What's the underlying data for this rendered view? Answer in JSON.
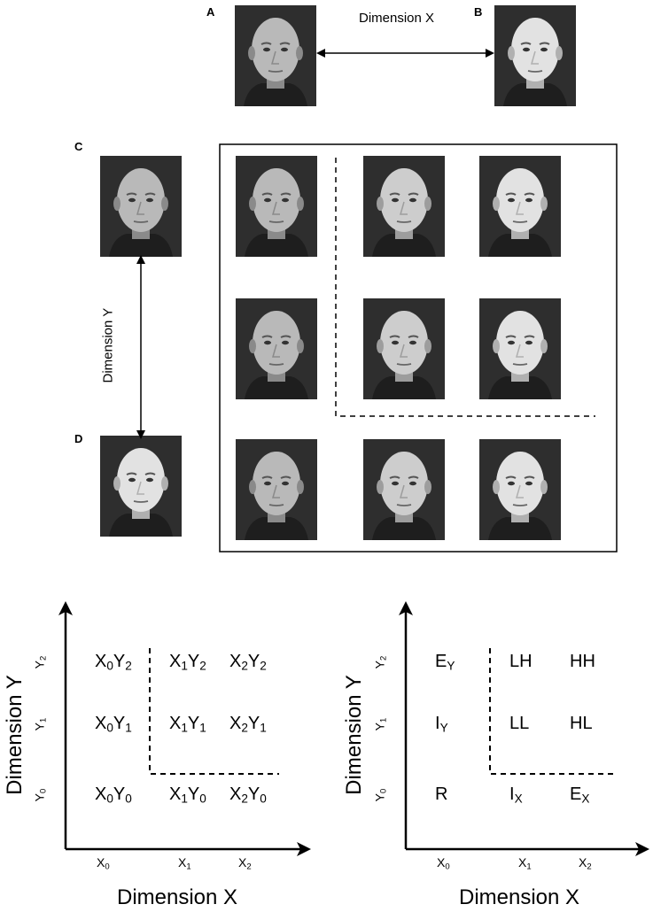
{
  "panel_labels": {
    "a": "A",
    "b": "B",
    "c": "C",
    "d": "D"
  },
  "top_arrow_label": "Dimension X",
  "left_arrow_label": "Dimension Y",
  "left_graph": {
    "y_axis_title": "Dimension Y",
    "x_axis_title": "Dimension X",
    "y_ticks": [
      {
        "base": "Y",
        "sub": "2"
      },
      {
        "base": "Y",
        "sub": "1"
      },
      {
        "base": "Y",
        "sub": "0"
      }
    ],
    "x_ticks": [
      {
        "base": "X",
        "sub": "0"
      },
      {
        "base": "X",
        "sub": "1"
      },
      {
        "base": "X",
        "sub": "2"
      }
    ],
    "rows": [
      [
        [
          {
            "t": "X",
            "s": "0"
          },
          {
            "t": "Y",
            "s": "2"
          }
        ],
        [
          {
            "t": "X",
            "s": "1"
          },
          {
            "t": "Y",
            "s": "2"
          }
        ],
        [
          {
            "t": "X",
            "s": "2"
          },
          {
            "t": "Y",
            "s": "2"
          }
        ]
      ],
      [
        [
          {
            "t": "X",
            "s": "0"
          },
          {
            "t": "Y",
            "s": "1"
          }
        ],
        [
          {
            "t": "X",
            "s": "1"
          },
          {
            "t": "Y",
            "s": "1"
          }
        ],
        [
          {
            "t": "X",
            "s": "2"
          },
          {
            "t": "Y",
            "s": "1"
          }
        ]
      ],
      [
        [
          {
            "t": "X",
            "s": "0"
          },
          {
            "t": "Y",
            "s": "0"
          }
        ],
        [
          {
            "t": "X",
            "s": "1"
          },
          {
            "t": "Y",
            "s": "0"
          }
        ],
        [
          {
            "t": "X",
            "s": "2"
          },
          {
            "t": "Y",
            "s": "0"
          }
        ]
      ]
    ]
  },
  "right_graph": {
    "y_axis_title": "Dimension Y",
    "x_axis_title": "Dimension X",
    "y_ticks": [
      {
        "base": "Y",
        "sub": "2"
      },
      {
        "base": "Y",
        "sub": "1"
      },
      {
        "base": "Y",
        "sub": "0"
      }
    ],
    "x_ticks": [
      {
        "base": "X",
        "sub": "0"
      },
      {
        "base": "X",
        "sub": "1"
      },
      {
        "base": "X",
        "sub": "2"
      }
    ],
    "rows": [
      [
        [
          {
            "t": "E",
            "s": "Y"
          }
        ],
        [
          {
            "t": "LH",
            "s": ""
          }
        ],
        [
          {
            "t": "HH",
            "s": ""
          }
        ]
      ],
      [
        [
          {
            "t": "I",
            "s": "Y"
          }
        ],
        [
          {
            "t": "LL",
            "s": ""
          }
        ],
        [
          {
            "t": "HL",
            "s": ""
          }
        ]
      ],
      [
        [
          {
            "t": "R",
            "s": ""
          }
        ],
        [
          {
            "t": "I",
            "s": "X"
          }
        ],
        [
          {
            "t": "E",
            "s": "X"
          }
        ]
      ]
    ]
  },
  "colors": {
    "face_background": "#2e2e2e",
    "skin": "#d9d9d9",
    "line": "#000000"
  },
  "face_icon": "face-photo-icon"
}
